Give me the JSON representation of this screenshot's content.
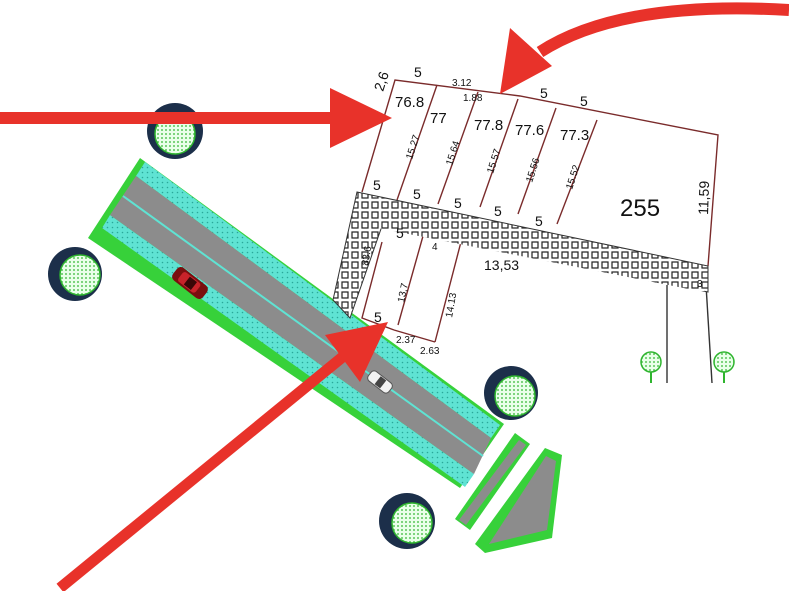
{
  "plot_areas": {
    "p1": "76.8",
    "p2": "77",
    "p3": "77.8",
    "p4": "77.6",
    "p5": "77.3",
    "big": "255",
    "lower1": "83.6",
    "lower2": "4"
  },
  "dimensions": {
    "top_corner": "2,6",
    "top_w1": "5",
    "top_w2": "3.12",
    "top_w3": "1.88",
    "top_w4": "5",
    "top_w5": "5",
    "depth1": "15.27",
    "depth2": "15.64",
    "depth3": "15.57",
    "depth4": "15.56",
    "depth5": "15.52",
    "right_side": "11,59",
    "front_w1": "5",
    "front_w2": "5",
    "front_w3": "5",
    "front_w4": "5",
    "front_w5": "5",
    "lower_top": "5",
    "lower_front": "5",
    "lower_depth1": "13,7",
    "lower_depth2": "14.13",
    "lower_corner1": "2.37",
    "lower_corner2": "2.63",
    "alley_len": "13,53",
    "alley_end": "3"
  },
  "colors": {
    "arrow": "#e8322a",
    "road": "#8c8c8c",
    "road_edge": "#5fe3d3",
    "road_border": "#37d13a",
    "lot_line": "#7a2b2b",
    "tree": "#2fb52f"
  },
  "icons": {
    "car_red": "car-red-icon",
    "car_white": "car-white-icon",
    "tree": "tree-icon",
    "arrow": "red-arrow-icon"
  }
}
